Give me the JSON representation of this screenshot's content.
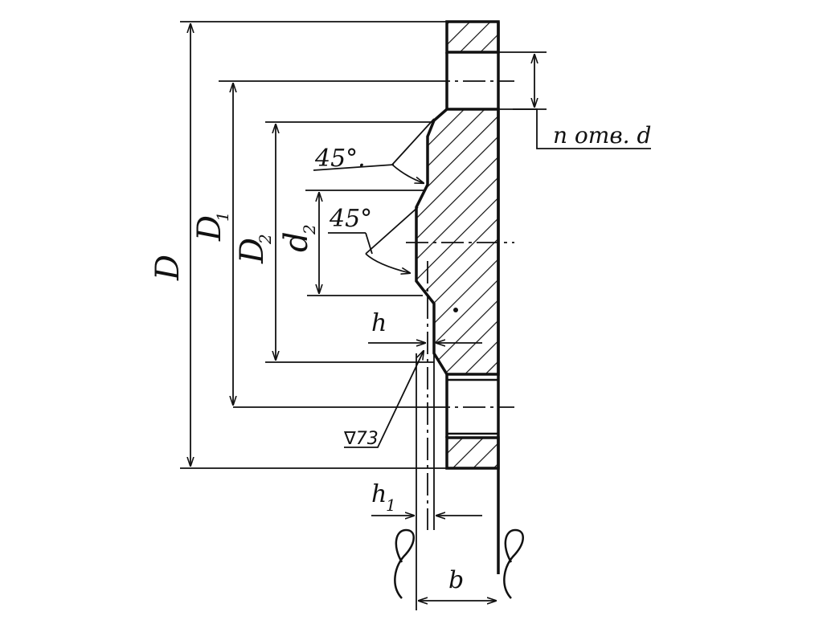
{
  "drawing": {
    "colors": {
      "ink": "#111111",
      "paper": "#ffffff"
    },
    "labels": {
      "D": "D",
      "D1_main": "D",
      "D1_sub": "1",
      "D2_main": "D",
      "D2_sub": "2",
      "d2_main": "d",
      "d2_sub": "2",
      "angle_top": "45°.",
      "angle_bottom": "45°",
      "holes": "n отв. d",
      "h": "h",
      "h1_main": "h",
      "h1_sub": "1",
      "b": "b",
      "surface_finish": "∇73"
    }
  }
}
